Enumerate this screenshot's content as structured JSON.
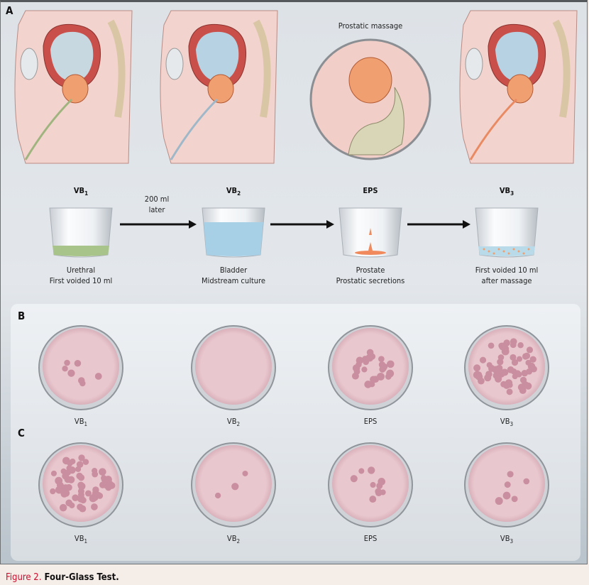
{
  "panels": {
    "a": "A",
    "b": "B",
    "c": "C"
  },
  "massage_label": "Prostatic massage",
  "cups": [
    {
      "base": "VB",
      "sub": "1",
      "line1": "Urethral",
      "line2": "First voided 10 ml",
      "fluid": "#a9c48a"
    },
    {
      "base": "VB",
      "sub": "2",
      "line1": "Bladder",
      "line2": "Midstream culture",
      "fluid": "#a7cfe6"
    },
    {
      "base": "EPS",
      "sub": "",
      "line1": "Prostate",
      "line2": "Prostatic secretions",
      "fluid": "#f08a5d"
    },
    {
      "base": "VB",
      "sub": "3",
      "line1": "First voided 10 ml",
      "line2": "after massage",
      "fluid": "#b9dbe9"
    }
  ],
  "arrow_label": {
    "line1": "200 ml",
    "line2": "later"
  },
  "dish_labels": [
    {
      "base": "VB",
      "sub": "1"
    },
    {
      "base": "VB",
      "sub": "2"
    },
    {
      "base": "EPS",
      "sub": ""
    },
    {
      "base": "VB",
      "sub": "3"
    }
  ],
  "caption": {
    "figure": "Figure 2.",
    "title": "Four-Glass Test."
  },
  "colors": {
    "dish": "#e8c6cd",
    "colony": "#c98e9f",
    "accent": "#c8102e"
  }
}
